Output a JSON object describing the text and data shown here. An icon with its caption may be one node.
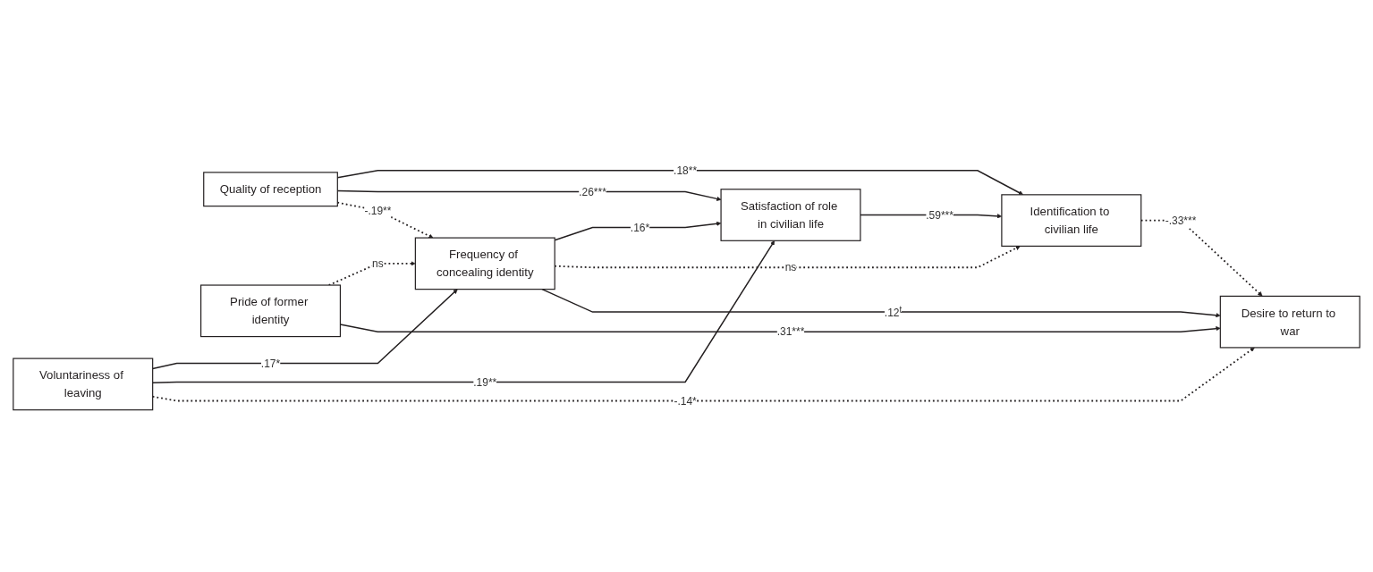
{
  "diagram": {
    "nodes": [
      {
        "text": [
          "Quality of reception"
        ]
      },
      {
        "text": [
          "Pride of former identity"
        ]
      },
      {
        "text": [
          "Voluntariness of leaving"
        ]
      },
      {
        "text": [
          "Frequency of concealing identity"
        ]
      },
      {
        "text": [
          "Satisfaction of role in civilian life"
        ]
      },
      {
        "text": [
          "Identification to civilian life"
        ]
      },
      {
        "text": [
          "Desire to return to war"
        ]
      }
    ],
    "edges": [
      {
        "from": 0,
        "to": 5,
        "arrow": "to",
        "label": ".18**"
      },
      {
        "from": 0,
        "to": 4,
        "arrow": "to",
        "label": ".26***"
      },
      {
        "from": 0,
        "to": 3,
        "arrow": "to",
        "label": "-.19**",
        "style": "dashed"
      },
      {
        "from": 1,
        "to": 3,
        "arrow": "to",
        "label": "ns",
        "style": "dashed"
      },
      {
        "from": 3,
        "to": 4,
        "arrow": "to",
        "label": ".16*"
      },
      {
        "from": 3,
        "to": 5,
        "arrow": "to",
        "label": "ns",
        "style": "dashed"
      },
      {
        "from": 4,
        "to": 5,
        "arrow": "to",
        "label": ".59***"
      },
      {
        "from": 2,
        "to": 3,
        "arrow": "to",
        "label": ".17*"
      },
      {
        "from": 2,
        "to": 4,
        "arrow": "to",
        "label": ".19**"
      },
      {
        "from": 1,
        "to": 6,
        "arrow": "to",
        "label": ".31***"
      },
      {
        "from": 3,
        "to": 6,
        "arrow": "to",
        "label": ".12$^{t}$"
      },
      {
        "from": 5,
        "to": 6,
        "arrow": "to",
        "label": "-.33***",
        "style": "dashed"
      },
      {
        "from": 2,
        "to": 6,
        "arrow": "to",
        "label": "-.14*",
        "style": "dashed"
      }
    ]
  }
}
